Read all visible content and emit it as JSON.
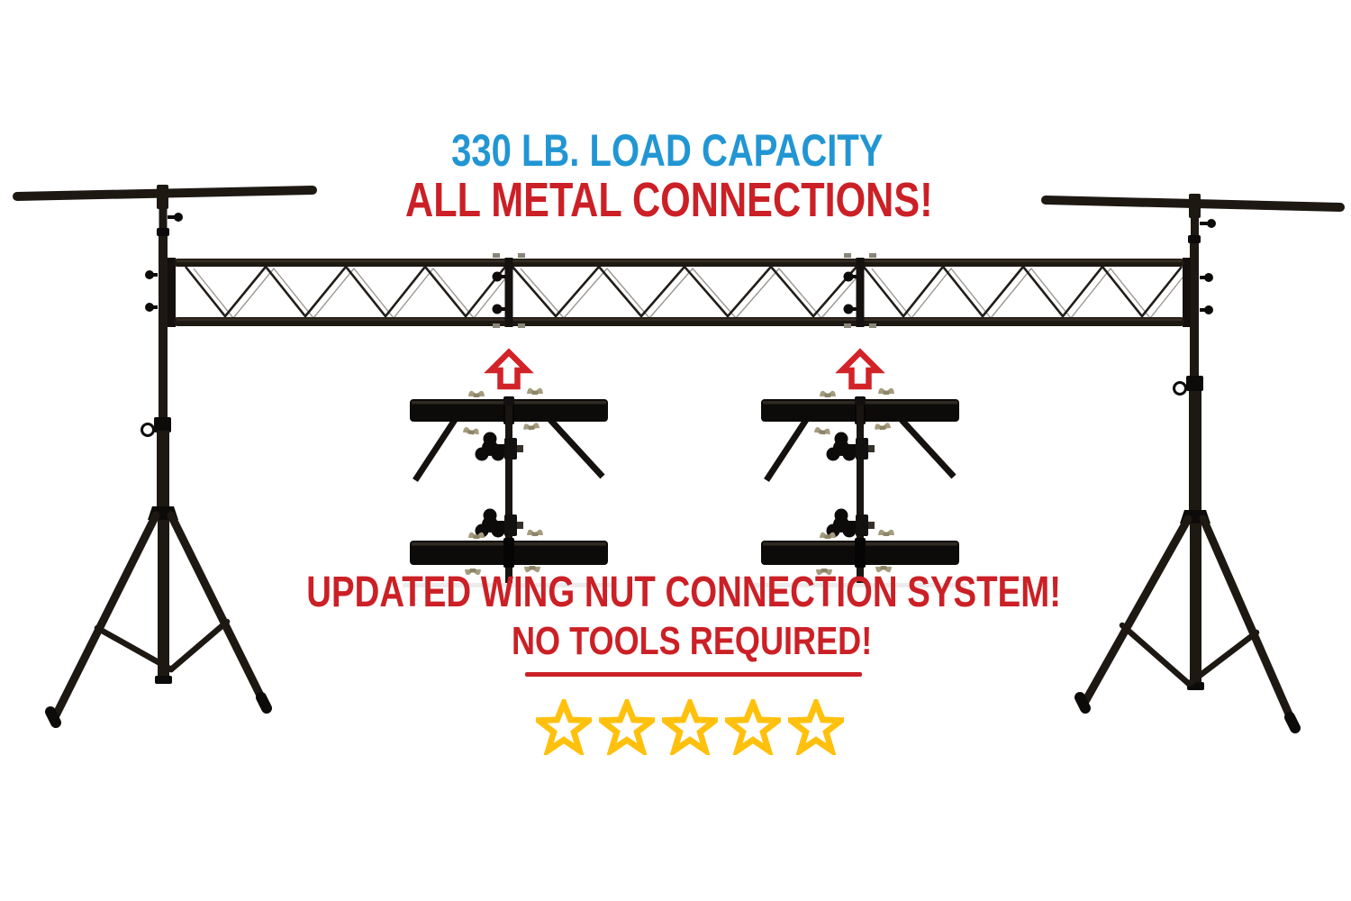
{
  "figure": {
    "description": "Black DJ lighting truss span mounted on two T-bar tripod stands, with two close-up photos of the wing nut truss connections indicated by red up arrows"
  },
  "headline": {
    "load_capacity": "330 LB. LOAD CAPACITY",
    "metal_connections": "ALL METAL CONNECTIONS!"
  },
  "callouts": {
    "wing_nut_system": "UPDATED WING NUT CONNECTION SYSTEM!",
    "no_tools": "NO TOOLS REQUIRED!"
  },
  "rating": {
    "stars": 5,
    "style": "outline"
  },
  "icons": {
    "up_arrow": "block-up-arrow",
    "star": "five-point-star-outline",
    "wing_nut": "wing-nut",
    "clamp_knob": "trefoil-clamp-knob"
  },
  "colors": {
    "headline_blue": "#2196D3",
    "accent_red": "#CB2026",
    "arrow_red": "#D22328",
    "star_gold": "#FFC10D",
    "metal_black": "#1E1813",
    "metal_dark": "#0D0B09",
    "nut_silver": "#A59C7E",
    "background": "#FFFFFF"
  }
}
